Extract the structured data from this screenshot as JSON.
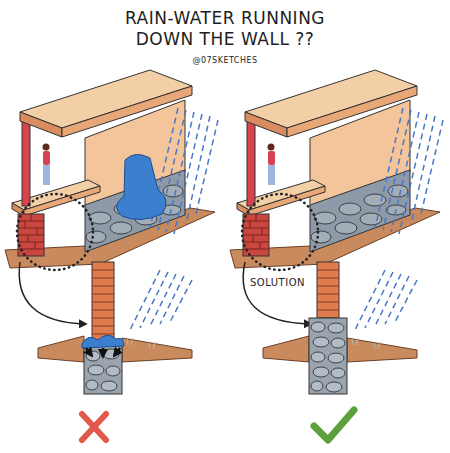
{
  "diagram": {
    "title": "RAIN-WATER RUNNING DOWN THE WALL ??",
    "labels": [
      "@07SKETCHES",
      "SOLUTION"
    ]
  }
}
